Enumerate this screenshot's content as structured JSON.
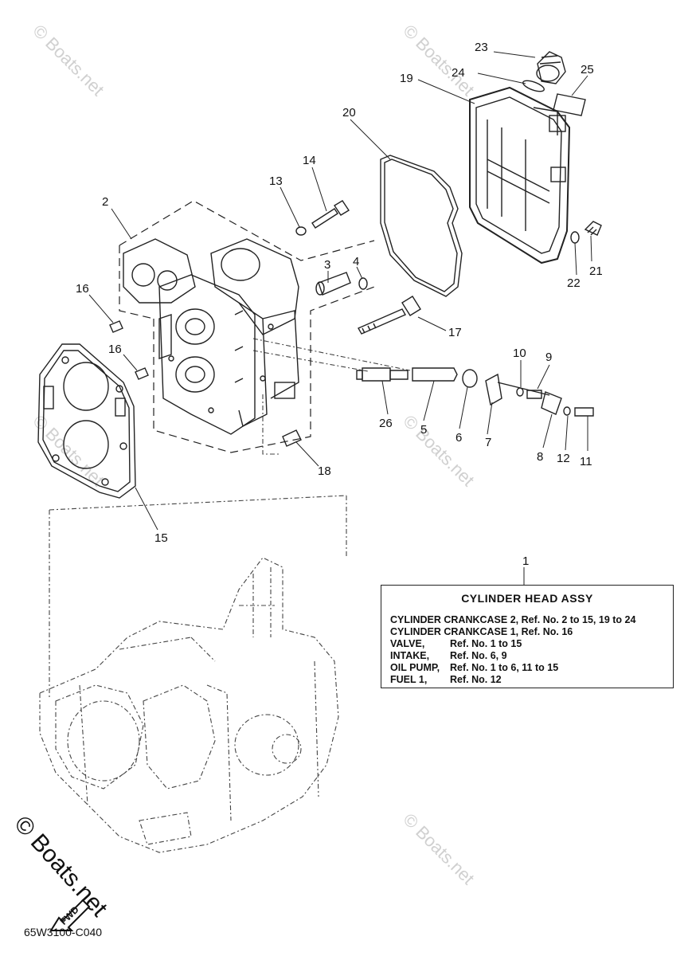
{
  "drawing_code": "65W3100-C040",
  "copyright": "© Boats.net",
  "watermark": "© Boats.net",
  "fwd_label": "FWD",
  "info_box": {
    "title": "CYLINDER HEAD ASSY",
    "rows": [
      {
        "label": "CYLINDER CRANKCASE 2,",
        "text": "Ref. No. 2 to 15, 19 to 24"
      },
      {
        "label": "CYLINDER CRANKCASE 1,",
        "text": "Ref. No. 16"
      },
      {
        "label": "VALVE,",
        "text": "Ref. No. 1 to 15"
      },
      {
        "label": "INTAKE,",
        "text": "Ref. No. 6, 9"
      },
      {
        "label": "OIL PUMP,",
        "text": "Ref. No. 1 to 6, 11 to 15"
      },
      {
        "label": "FUEL 1,",
        "text": "Ref. No. 12"
      }
    ]
  },
  "callouts": {
    "n1": "1",
    "n2": "2",
    "n3": "3",
    "n4": "4",
    "n5": "5",
    "n6": "6",
    "n7": "7",
    "n8": "8",
    "n9": "9",
    "n10": "10",
    "n11": "11",
    "n12": "12",
    "n13": "13",
    "n14": "14",
    "n15": "15",
    "n16a": "16",
    "n16b": "16",
    "n17": "17",
    "n18": "18",
    "n19": "19",
    "n20": "20",
    "n21": "21",
    "n22": "22",
    "n23": "23",
    "n24": "24",
    "n25": "25",
    "n26": "26"
  }
}
